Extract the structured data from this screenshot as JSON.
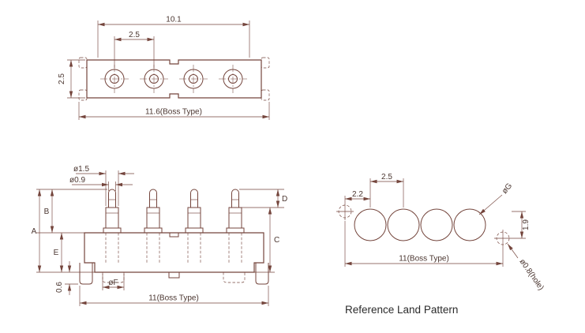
{
  "drawing_title": "Reference Land Pattern",
  "colors": {
    "line": "#74453c",
    "dim_text": "#4a352f",
    "title_text": "#2b2b2b",
    "background": "#ffffff"
  },
  "top_view": {
    "dim_width": "10.1",
    "dim_pitch": "2.5",
    "dim_height": "2.5",
    "dim_overall": "11.6(Boss Type)"
  },
  "side_view": {
    "dim_barrel_dia": "ø1.5",
    "dim_plunger_dia": "ø0.9",
    "dim_height_b": "B",
    "dim_height_a": "A",
    "dim_height_e": "E",
    "dim_stroke_d": "D",
    "dim_height_c": "C",
    "dim_boss_height": "0.6",
    "dim_boss_dia": "øF",
    "dim_overall": "11(Boss Type)"
  },
  "land_pattern": {
    "caption": "Reference Land Pattern",
    "dim_hole_to_pad": "2.2",
    "dim_pitch": "2.5",
    "dim_pad_dia": "øG",
    "dim_hole_offset": "1.9",
    "dim_overall": "11(Boss Type)",
    "dim_hole_dia": "ø0.8(hole)"
  }
}
